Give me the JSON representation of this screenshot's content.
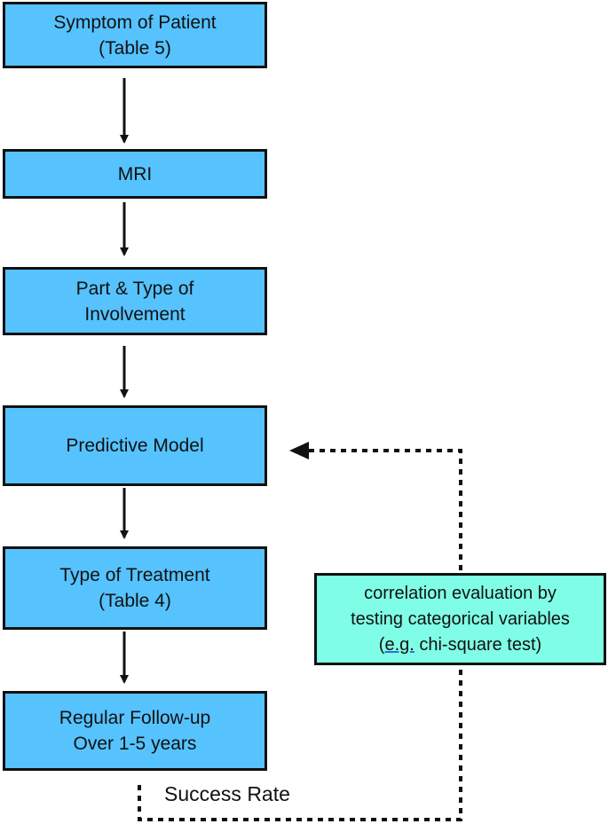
{
  "boxes": {
    "symptom": {
      "line1": "Symptom of Patient",
      "line2": "(Table 5)"
    },
    "mri": {
      "line1": "MRI"
    },
    "part_type": {
      "line1": "Part & Type of",
      "line2": "Involvement"
    },
    "predictive": {
      "line1": "Predictive Model"
    },
    "treatment": {
      "line1": "Type of Treatment",
      "line2": "(Table 4)"
    },
    "followup": {
      "line1": "Regular Follow-up",
      "line2": "Over 1-5 years"
    }
  },
  "note": {
    "line1": "correlation evaluation by",
    "line2": "testing categorical variables",
    "line3_open": "(",
    "line3_eg": "e.g.",
    "line3_rest": " chi-square test)"
  },
  "feedback_label": "Success Rate",
  "colors": {
    "process_box": "#56c3ff",
    "note_box": "#7ffde6",
    "line": "#111111"
  }
}
